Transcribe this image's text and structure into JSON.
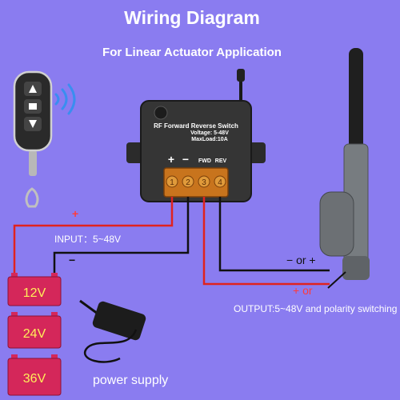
{
  "title": "Wiring Diagram",
  "subtitle": "For  Linear Actuator Application",
  "controller": {
    "name": "RF Forward Reverse Switch",
    "voltage": "Voltage: 5-48V",
    "maxload": "MaxLoad:10A",
    "plus_label": "+",
    "minus_label": "−",
    "fwd_label": "FWD",
    "rev_label": "REV",
    "terminal_numbers": [
      "1",
      "2",
      "3",
      "4"
    ]
  },
  "input_label": "INPUT：5~48V",
  "input_plus": "+",
  "input_minus": "−",
  "output_minus_or_plus": "− or +",
  "output_plus_or": "+ or",
  "output_label": "OUTPUT:5~48V and polarity switching",
  "batteries": [
    "12V",
    "24V",
    "36V"
  ],
  "power_supply_label": "power supply",
  "colors": {
    "background": "#8a7cf0",
    "wire_red": "#e0221f",
    "wire_black": "#111111",
    "battery": "#d4275a",
    "sign_red": "#ff3b3b"
  }
}
